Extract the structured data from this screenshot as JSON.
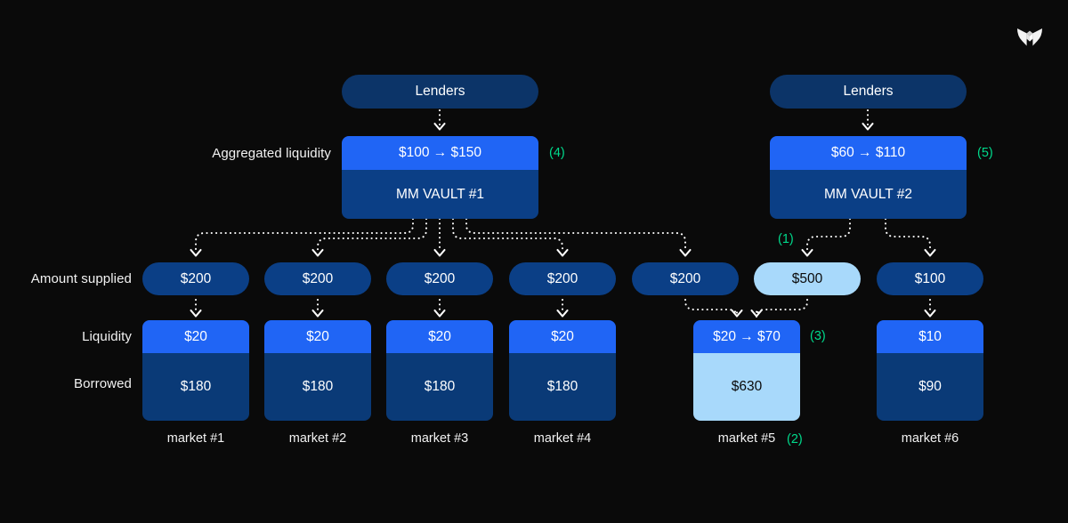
{
  "logo": {
    "name": "morpho-butterfly-logo"
  },
  "row_labels": [
    {
      "id": "aggregated-liquidity",
      "text": "Aggregated liquidity"
    },
    {
      "id": "amount-supplied",
      "text": "Amount supplied"
    },
    {
      "id": "liquidity",
      "text": "Liquidity"
    },
    {
      "id": "borrowed",
      "text": "Borrowed"
    }
  ],
  "vaults": [
    {
      "id": "vault-1",
      "lenders_label": "Lenders",
      "liquidity_value": "$100 → $150",
      "name": "MM VAULT #1",
      "step": "(4)"
    },
    {
      "id": "vault-2",
      "lenders_label": "Lenders",
      "liquidity_value": "$60 → $110",
      "name": "MM VAULT #2",
      "step": "(5)"
    }
  ],
  "markets": [
    {
      "id": "market-1",
      "supplied": "$200",
      "liquidity": "$20",
      "borrowed": "$180",
      "caption": "market #1",
      "highlight": false,
      "step": ""
    },
    {
      "id": "market-2",
      "supplied": "$200",
      "liquidity": "$20",
      "borrowed": "$180",
      "caption": "market #2",
      "highlight": false,
      "step": ""
    },
    {
      "id": "market-3",
      "supplied": "$200",
      "liquidity": "$20",
      "borrowed": "$180",
      "caption": "market #3",
      "highlight": false,
      "step": ""
    },
    {
      "id": "market-4",
      "supplied": "$200",
      "liquidity": "$20",
      "borrowed": "$180",
      "caption": "market #4",
      "highlight": false,
      "step": ""
    },
    {
      "id": "market-5",
      "supplied": "$200",
      "liquidity": "",
      "borrowed": "",
      "caption": "",
      "highlight": false,
      "step": ""
    },
    {
      "id": "market-5b",
      "supplied": "$500",
      "liquidity": "$20 → $70",
      "borrowed": "$630",
      "caption": "market #5",
      "highlight": true,
      "step": "(2)"
    },
    {
      "id": "market-6",
      "supplied": "$100",
      "liquidity": "$10",
      "borrowed": "$90",
      "caption": "market #6",
      "highlight": false,
      "step": ""
    }
  ],
  "steps": {
    "supply_into_market5": "(1)",
    "market5_state": "(2)",
    "market5_liquidity": "(3)",
    "vault1_liquidity": "(4)",
    "vault2_liquidity": "(5)"
  },
  "colors": {
    "background": "#0a0a0a",
    "bright_blue": "#2065f5",
    "deep_blue": "#0b3f86",
    "navy": "#0a3a77",
    "lenders_navy": "#0c3468",
    "highlight_light_blue": "#a8d9fb",
    "accent_green": "#00d98b",
    "text_white": "#ffffff"
  }
}
